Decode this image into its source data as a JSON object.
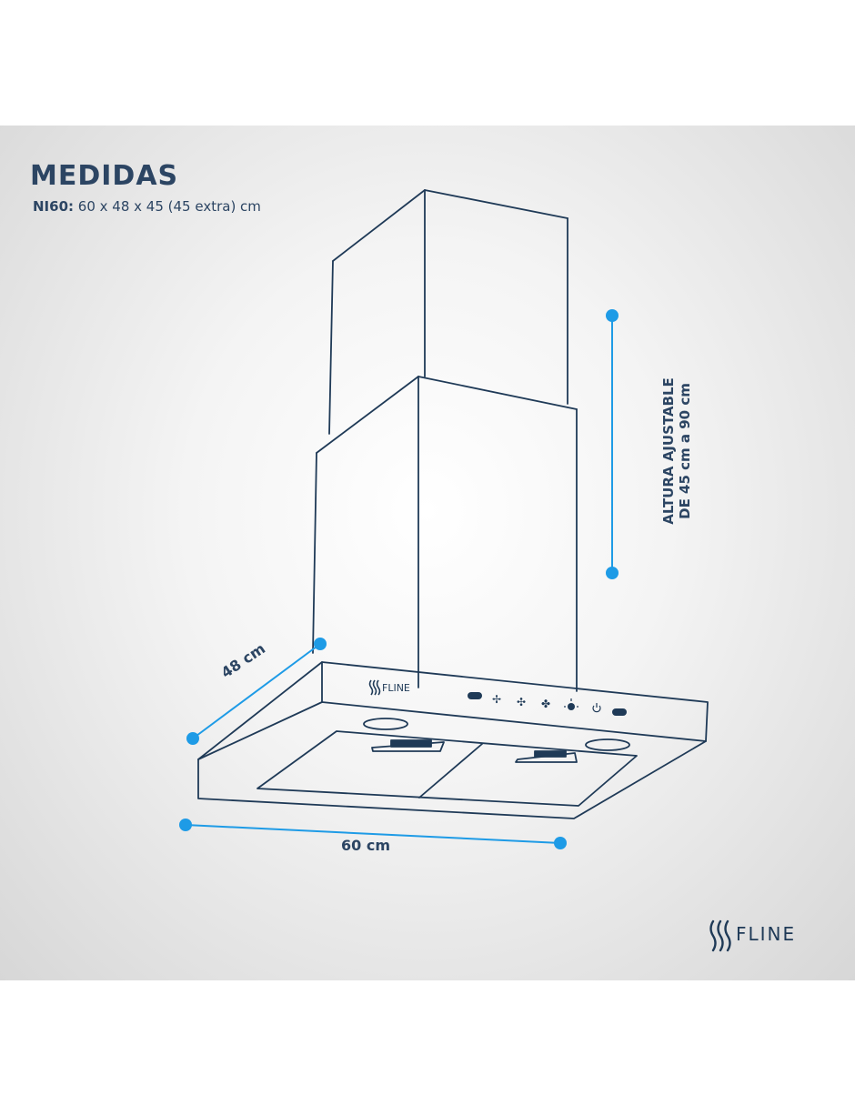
{
  "header": {
    "title": "MEDIDAS",
    "model": "NI60:",
    "dimensions": "60 x 48 x 45 (45 extra) cm"
  },
  "labels": {
    "depth": "48 cm",
    "width": "60 cm",
    "height_line1": "ALTURA AJUSTABLE",
    "height_line2": "DE 45 cm a 90 cm"
  },
  "brand": {
    "name": "FLINE"
  },
  "control_panel": {
    "icons": [
      "display-icon",
      "fan-speed-1-icon",
      "fan-speed-2-icon",
      "fan-speed-3-icon",
      "light-icon",
      "power-icon",
      "display-icon"
    ]
  },
  "colors": {
    "line": "#1f3a57",
    "accent": "#1e9be6",
    "text": "#2c4563"
  }
}
